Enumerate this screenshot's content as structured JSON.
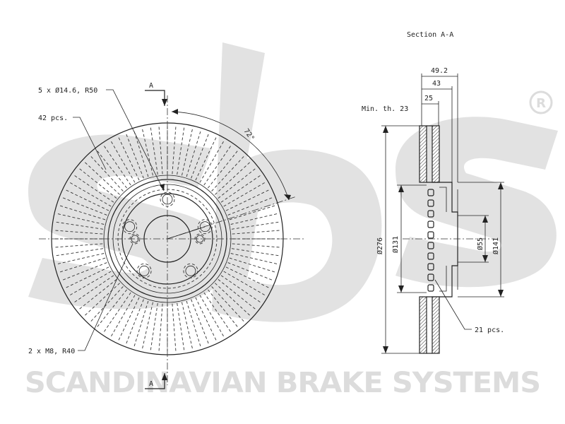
{
  "watermark": {
    "brand_text": "SCANDINAVIAN BRAKE SYSTEMS",
    "registered_mark": "R",
    "color": "#dcdcdc"
  },
  "drawing": {
    "section_title": "Section A-A",
    "section_marker_top": "A",
    "section_marker_bottom": "A",
    "callout_bolt_holes": "5 x Ø14.6, R50",
    "callout_vanes": "42 pcs.",
    "callout_threads": "2 x M8, R40",
    "callout_angle": "72°",
    "min_thickness": "Min. th. 23",
    "dim_overall_height": "49.2",
    "dim_hat_height": "43",
    "dim_disc_width": "25",
    "dim_outer_diameter": "Ø276",
    "dim_hat_diameter": "Ø131",
    "dim_center_bore": "Ø55",
    "dim_hat_outer": "Ø141",
    "callout_vent_holes": "21 pcs."
  }
}
